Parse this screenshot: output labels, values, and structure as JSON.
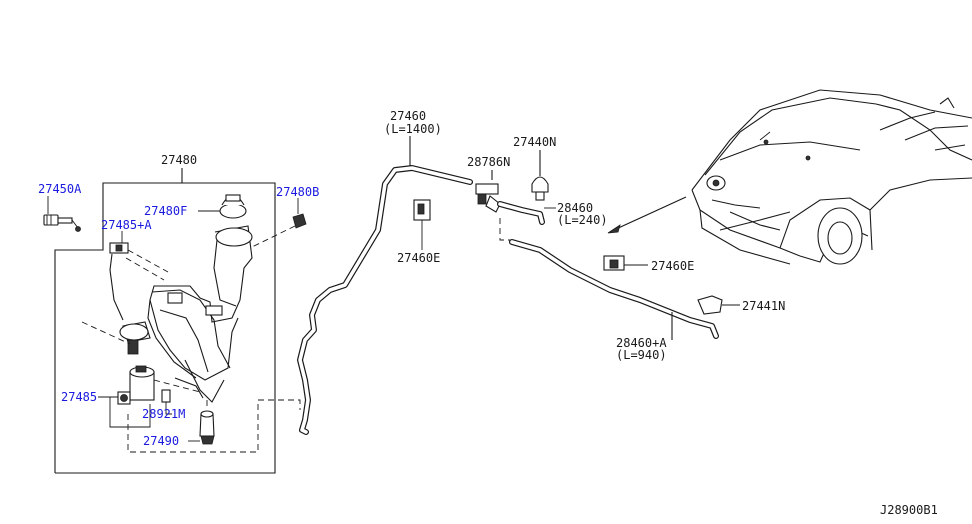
{
  "diagram_code": "J28900B1",
  "labels": {
    "p27480": "27480",
    "p27450A": "27450A",
    "p27480B": "27480B",
    "p27480F": "27480F",
    "p27485A": "27485+A",
    "p27485": "27485",
    "p28921M": "28921M",
    "p27490": "27490",
    "p27460": "27460",
    "p27460_len": "(L=1400)",
    "p27460E_a": "27460E",
    "p28786N": "28786N",
    "p27440N": "27440N",
    "p28460": "28460",
    "p28460_len": "(L=240)",
    "p27460E_b": "27460E",
    "p27441N": "27441N",
    "p28460A": "28460+A",
    "p28460A_len": "(L=940)"
  }
}
